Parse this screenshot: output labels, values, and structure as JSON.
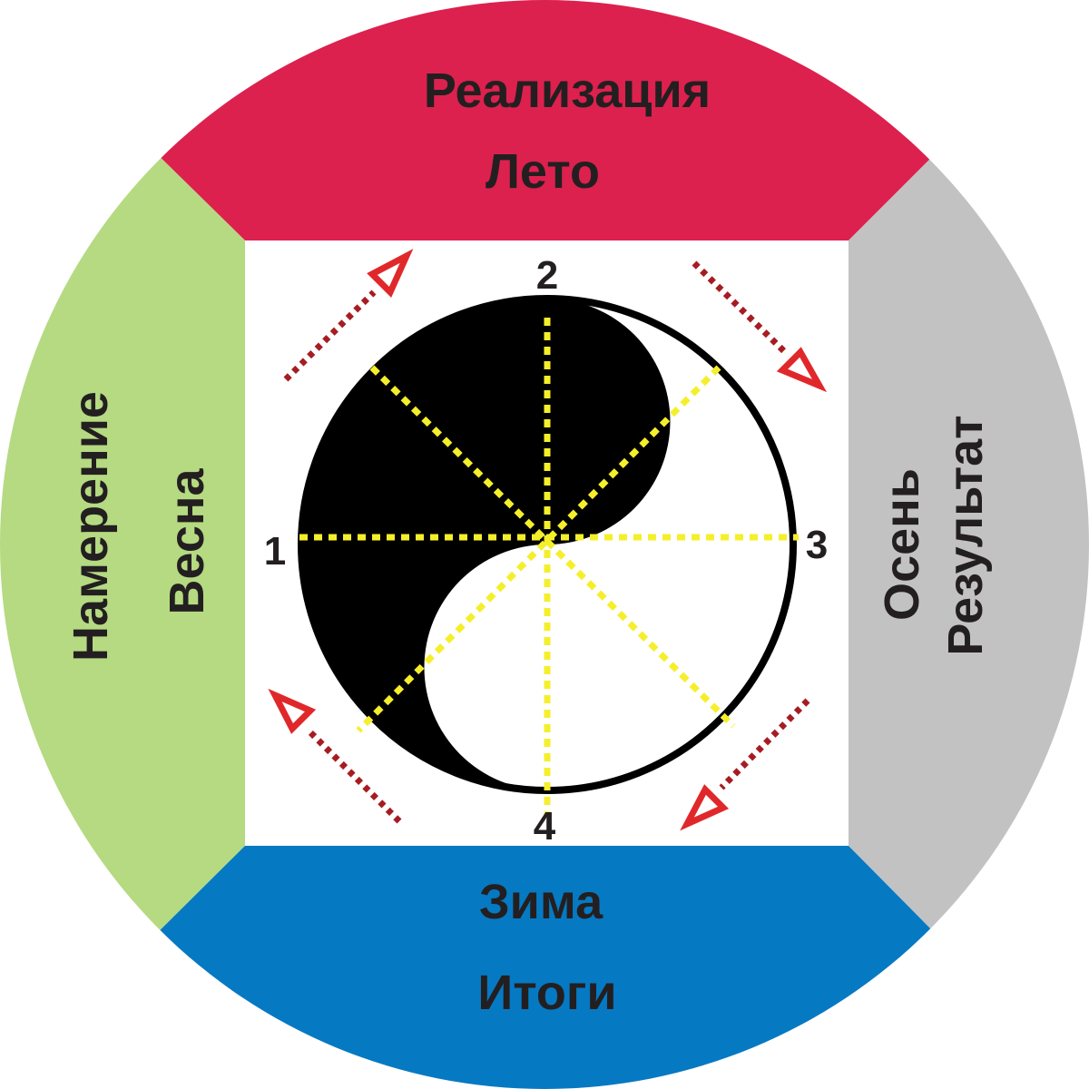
{
  "seasons": {
    "top": {
      "line1": "Реализация",
      "line2": "Лето",
      "color": "#dc214e"
    },
    "left": {
      "line1": "Намерение",
      "line2": "Весна",
      "color": "#b5da82"
    },
    "right": {
      "line1": "Осень",
      "line2": "Результат",
      "color": "#c2c2c2"
    },
    "bottom": {
      "line1": "Зима",
      "line2": "Итоги",
      "color": "#0679c3"
    }
  },
  "points": {
    "p1": "1",
    "p2": "2",
    "p3": "3",
    "p4": "4"
  },
  "colors": {
    "center_square": "#ffffff",
    "yin": "#000000",
    "yang": "#ffffff",
    "guide_lines": "#f5ef2b",
    "arrows": "#e0282b",
    "arrow_dash": "#a61c22"
  },
  "icons": {
    "center": "yin-yang-icon",
    "arrows": "dashed-arrow-icon"
  }
}
